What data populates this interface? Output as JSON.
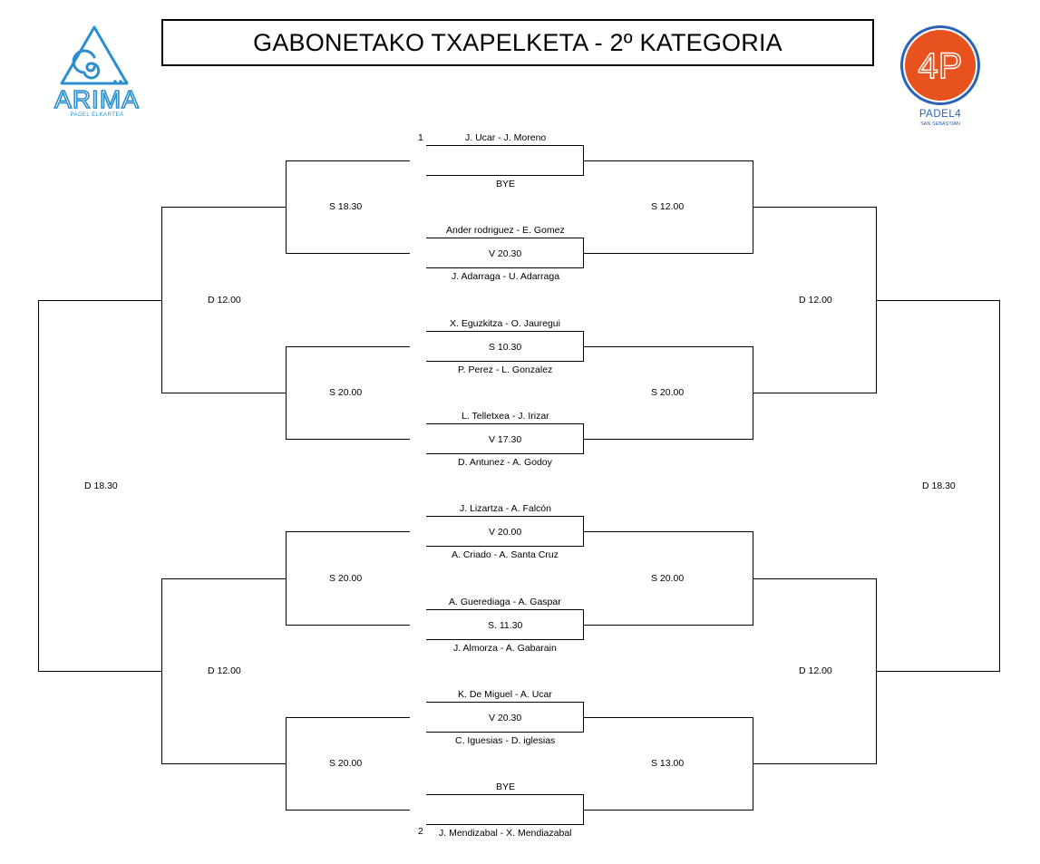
{
  "title": "GABONETAKO TXAPELKETA - 2º KATEGORIA",
  "logos": {
    "left": {
      "text": "ARIMA",
      "subtext": "PADEL ELKARTEA",
      "color": "#2b8fcf"
    },
    "right": {
      "text": "PADEL4",
      "subtext": "SAN SEBASTIAN",
      "mark": "4P",
      "circle_color": "#e8521f",
      "ring_color": "#2a63b5",
      "text_color": "#2a63b5"
    }
  },
  "seeds": {
    "top": "1",
    "bottom": "2"
  },
  "teams": [
    "J. Ucar - J. Moreno",
    "BYE",
    "Ander rodriguez - E. Gomez",
    "J. Adarraga - U. Adarraga",
    "X. Eguzkitza - O. Jauregui",
    "P. Perez - L. Gonzalez",
    "L. Telletxea - J. Irizar",
    "D. Antunez - A. Godoy",
    "J. Lizartza - A. Falcón",
    "A. Criado - A. Santa Cruz",
    "A. Guerediaga - A. Gaspar",
    "J. Almorza - A. Gabarain",
    "K. De Miguel - A. Ucar",
    "C. Iguesias - D. iglesias",
    "BYE",
    "J. Mendizabal - X. Mendiazabal"
  ],
  "first_round_times": [
    "",
    "V 20.30",
    "S 10.30",
    "V 17.30",
    "V 20.00",
    "S. 11.30",
    "V 20.30",
    ""
  ],
  "left": {
    "r2": [
      "S 18.30",
      "S 20.00",
      "S 20.00",
      "S 20.00"
    ],
    "r3": [
      "D 12.00",
      "D 12.00"
    ],
    "r4": "D 18.30"
  },
  "right": {
    "r2": [
      "S 12.00",
      "S 20.00",
      "S 20.00",
      "S 13.00"
    ],
    "r3": [
      "D 12.00",
      "D 12.00"
    ],
    "r4": "D 18.30"
  }
}
